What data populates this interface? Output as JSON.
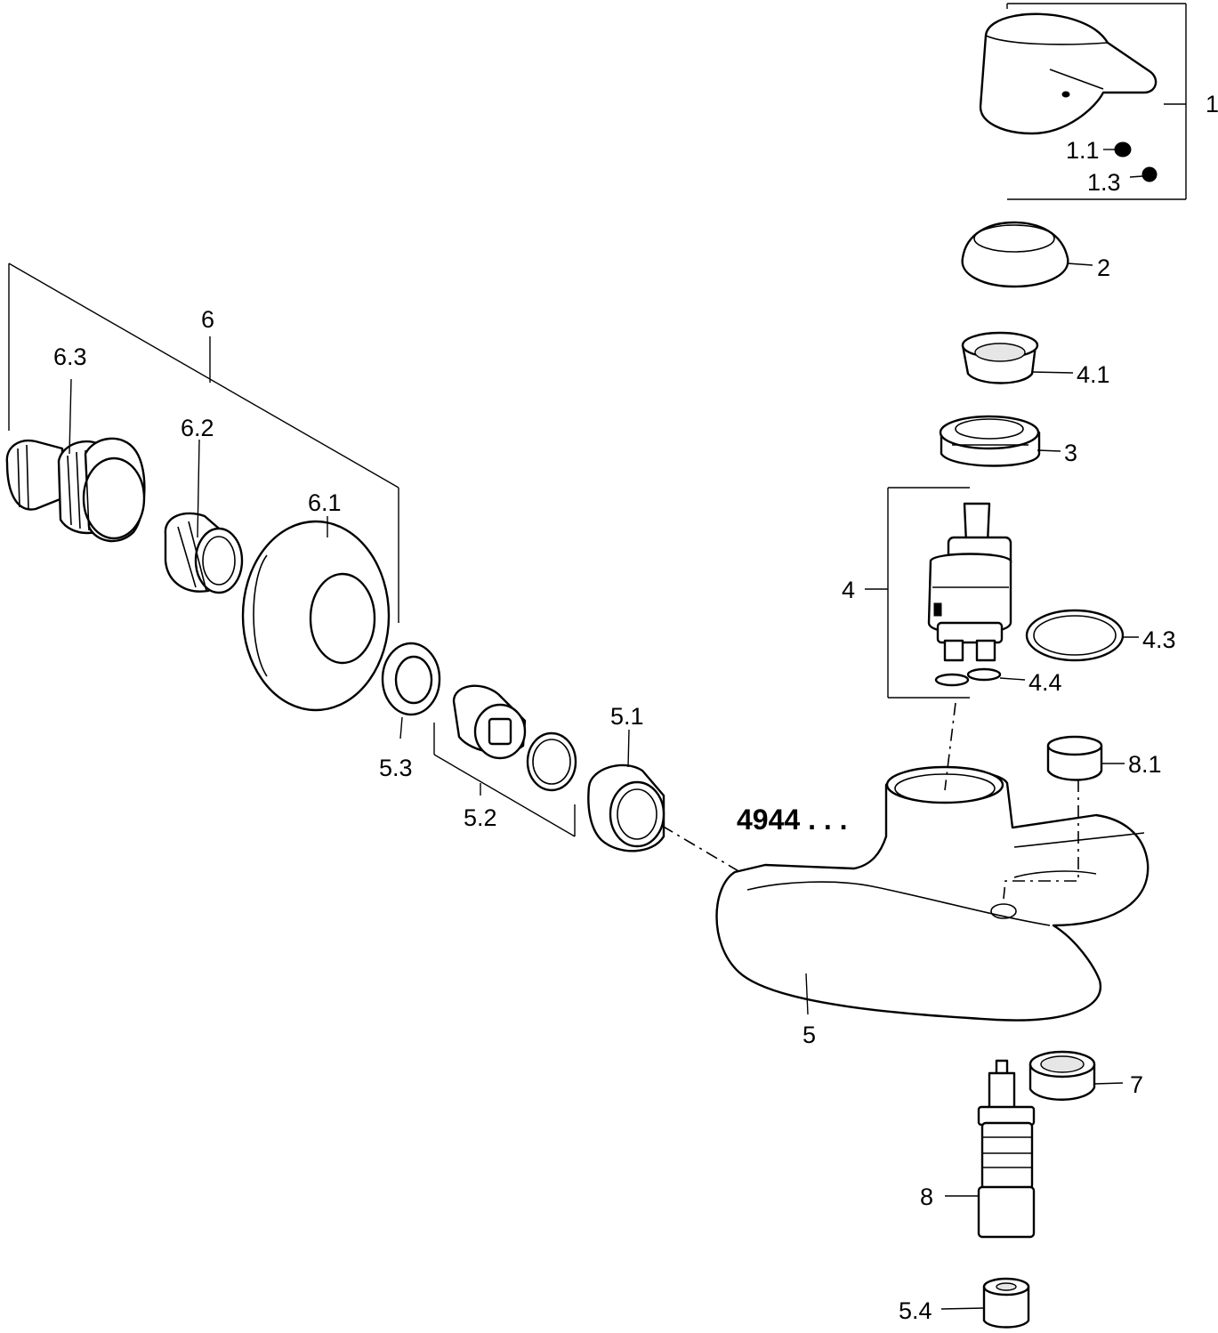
{
  "model_number": "4944 . . .",
  "callouts": [
    {
      "id": "c1",
      "text": "1"
    },
    {
      "id": "c11",
      "text": "1.1"
    },
    {
      "id": "c13",
      "text": "1.3"
    },
    {
      "id": "c2",
      "text": "2"
    },
    {
      "id": "c41",
      "text": "4.1"
    },
    {
      "id": "c3",
      "text": "3"
    },
    {
      "id": "c4",
      "text": "4"
    },
    {
      "id": "c43",
      "text": "4.3"
    },
    {
      "id": "c44",
      "text": "4.4"
    },
    {
      "id": "c81",
      "text": "8.1"
    },
    {
      "id": "c6",
      "text": "6"
    },
    {
      "id": "c63",
      "text": "6.3"
    },
    {
      "id": "c62",
      "text": "6.2"
    },
    {
      "id": "c61",
      "text": "6.1"
    },
    {
      "id": "c53",
      "text": "5.3"
    },
    {
      "id": "c52",
      "text": "5.2"
    },
    {
      "id": "c51",
      "text": "5.1"
    },
    {
      "id": "c5",
      "text": "5"
    },
    {
      "id": "c7",
      "text": "7"
    },
    {
      "id": "c8",
      "text": "8"
    },
    {
      "id": "c54",
      "text": "5.4"
    }
  ]
}
